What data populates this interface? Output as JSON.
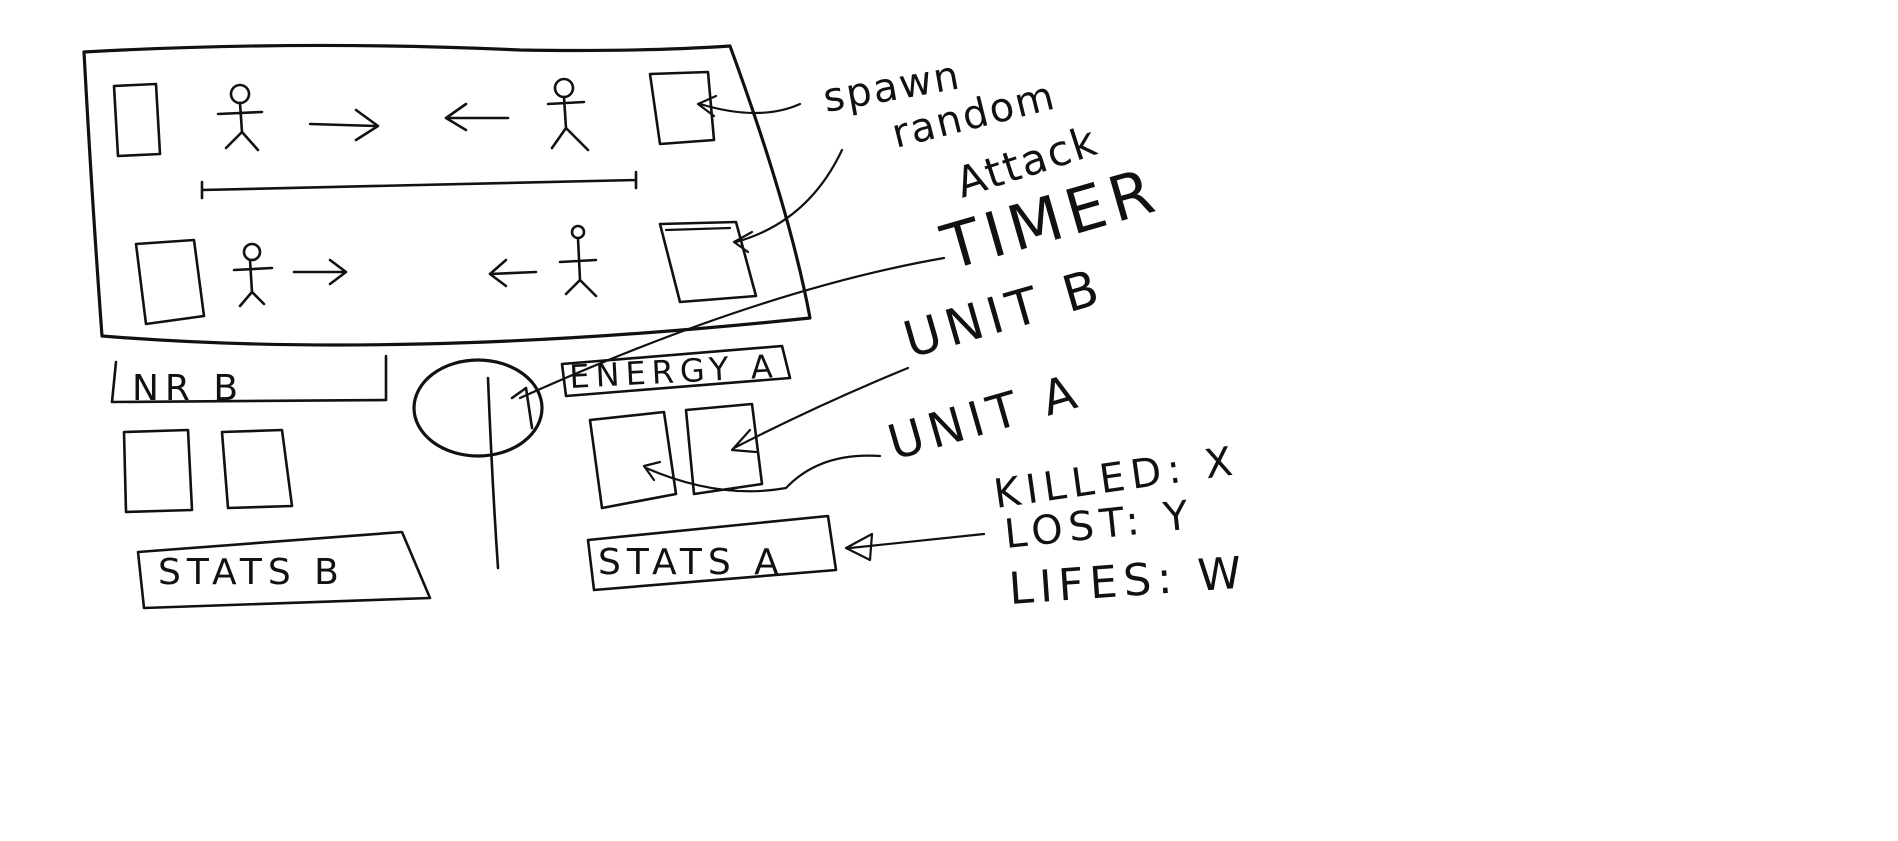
{
  "labels": {
    "spawn": "spawn",
    "random": "random",
    "attack": "Attack",
    "timer": "TIMER",
    "unit_b": "UNIT B",
    "unit_a": "UNIT A",
    "nr_b": "NR B",
    "energy_a": "ENERGY A",
    "stats_b": "STATS B",
    "stats_a": "STATS A",
    "killed": "KILLED: X",
    "lost": "LOST: Y",
    "lifes": "LIFES: W"
  },
  "icons": {
    "stick_figure": "stick-figure-icon",
    "arrow": "arrow-icon",
    "spawn_box": "spawn-box-icon",
    "unit_slot": "unit-slot-icon",
    "timer_clock": "timer-clock-icon"
  },
  "colors": {
    "ink": "#111111",
    "paper": "#ffffff"
  }
}
